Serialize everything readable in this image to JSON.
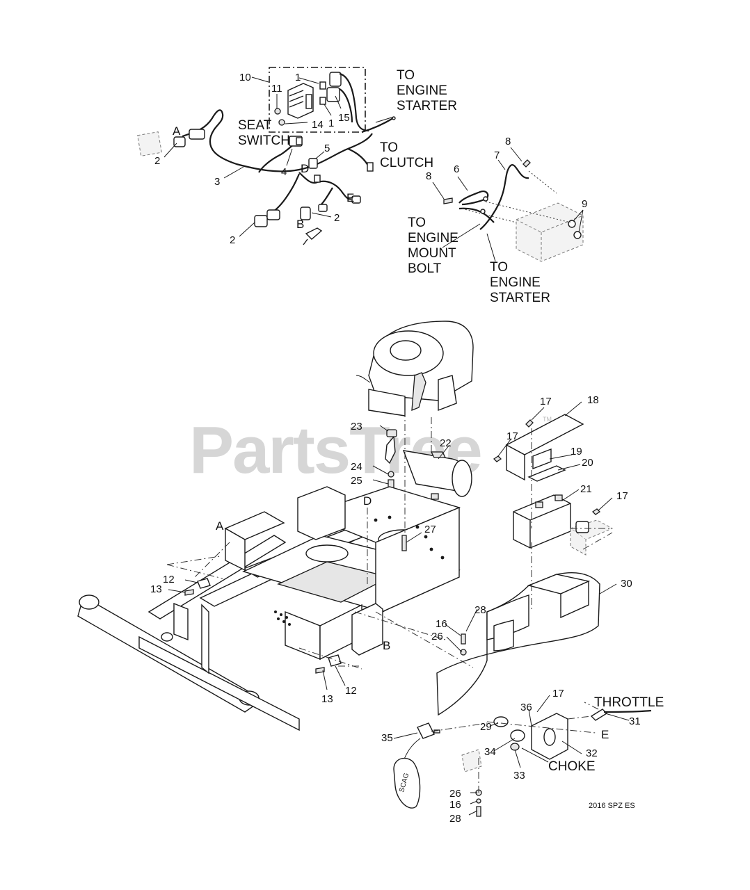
{
  "diagram": {
    "watermark": "PartsTree",
    "trademark": "TM",
    "footer_code": "2016 SPZ ES",
    "callouts": {
      "c1a": "1",
      "c1b": "1",
      "c2a": "2",
      "c2b": "2",
      "c2c": "2",
      "c3": "3",
      "c4": "4",
      "c5": "5",
      "c6": "6",
      "c7": "7",
      "c8a": "8",
      "c8b": "8",
      "c9": "9",
      "c10": "10",
      "c11": "11",
      "c12a": "12",
      "c12b": "12",
      "c13a": "13",
      "c13b": "13",
      "c14": "14",
      "c15": "15",
      "c16a": "16",
      "c16b": "16",
      "c17a": "17",
      "c17b": "17",
      "c17c": "17",
      "c17d": "17",
      "c18": "18",
      "c19": "19",
      "c20": "20",
      "c21": "21",
      "c22": "22",
      "c23": "23",
      "c24": "24",
      "c25": "25",
      "c26a": "26",
      "c26b": "26",
      "c27": "27",
      "c28a": "28",
      "c28b": "28",
      "c29": "29",
      "c30": "30",
      "c31": "31",
      "c32": "32",
      "c33": "33",
      "c34": "34",
      "c35": "35",
      "c36": "36"
    },
    "letters": {
      "a1": "A",
      "a2": "A",
      "b1": "B",
      "b2": "B",
      "d1": "D",
      "d2": "D",
      "e1": "E",
      "e2": "E"
    },
    "notes": {
      "starter_top": [
        "TO",
        "ENGINE",
        "STARTER"
      ],
      "seat_switch": [
        "SEAT",
        "SWITCH"
      ],
      "clutch": [
        "TO",
        "CLUTCH"
      ],
      "mount_bolt": [
        "TO",
        "ENGINE",
        "MOUNT",
        "BOLT"
      ],
      "starter_bottom": [
        "TO",
        "ENGINE",
        "STARTER"
      ],
      "throttle": "THROTTLE",
      "choke": "CHOKE",
      "fob_text": "SCAG"
    }
  }
}
